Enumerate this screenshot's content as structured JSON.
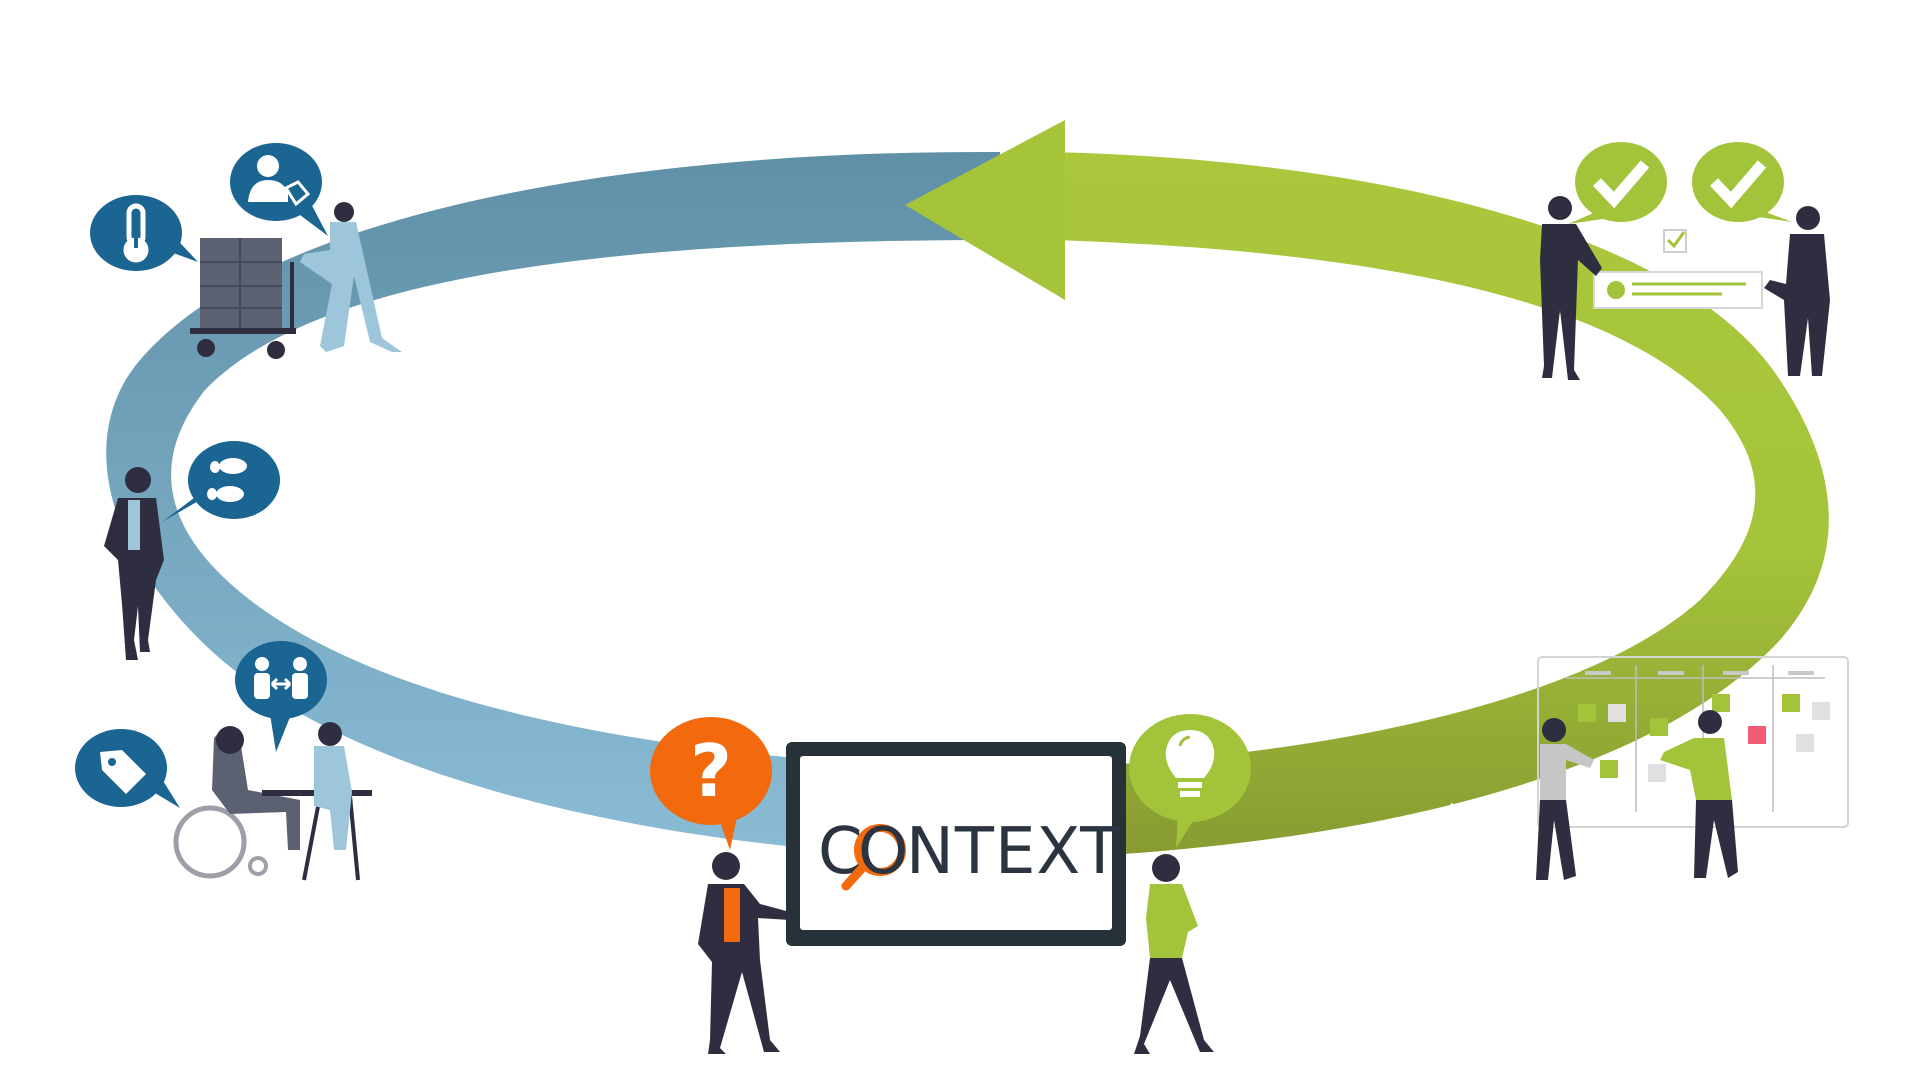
{
  "context_board": {
    "text": "CONTEXT",
    "text_rest": "NTEXT",
    "text_first": "C",
    "text_o": "O"
  },
  "colors": {
    "blue_band": "#5f90a6",
    "blue_band_light": "#86b6d1",
    "green_band": "#a5c43a",
    "green_band_dark": "#8c9d33",
    "icon_blue": "#1a6592",
    "icon_green": "#a3c33a",
    "icon_orange": "#f26a0d",
    "board_border": "#263238",
    "person_dark": "#2f2e41"
  },
  "icons": {
    "thermometer": "thermometer-icon",
    "customer_tag": "customer-tag-icon",
    "footsteps": "footsteps-icon",
    "social_distance": "social-distance-icon",
    "price_tag": "price-tag-icon",
    "question": "question-icon",
    "lightbulb": "lightbulb-icon",
    "check": "check-icon",
    "wifi": "wifi-icon"
  }
}
